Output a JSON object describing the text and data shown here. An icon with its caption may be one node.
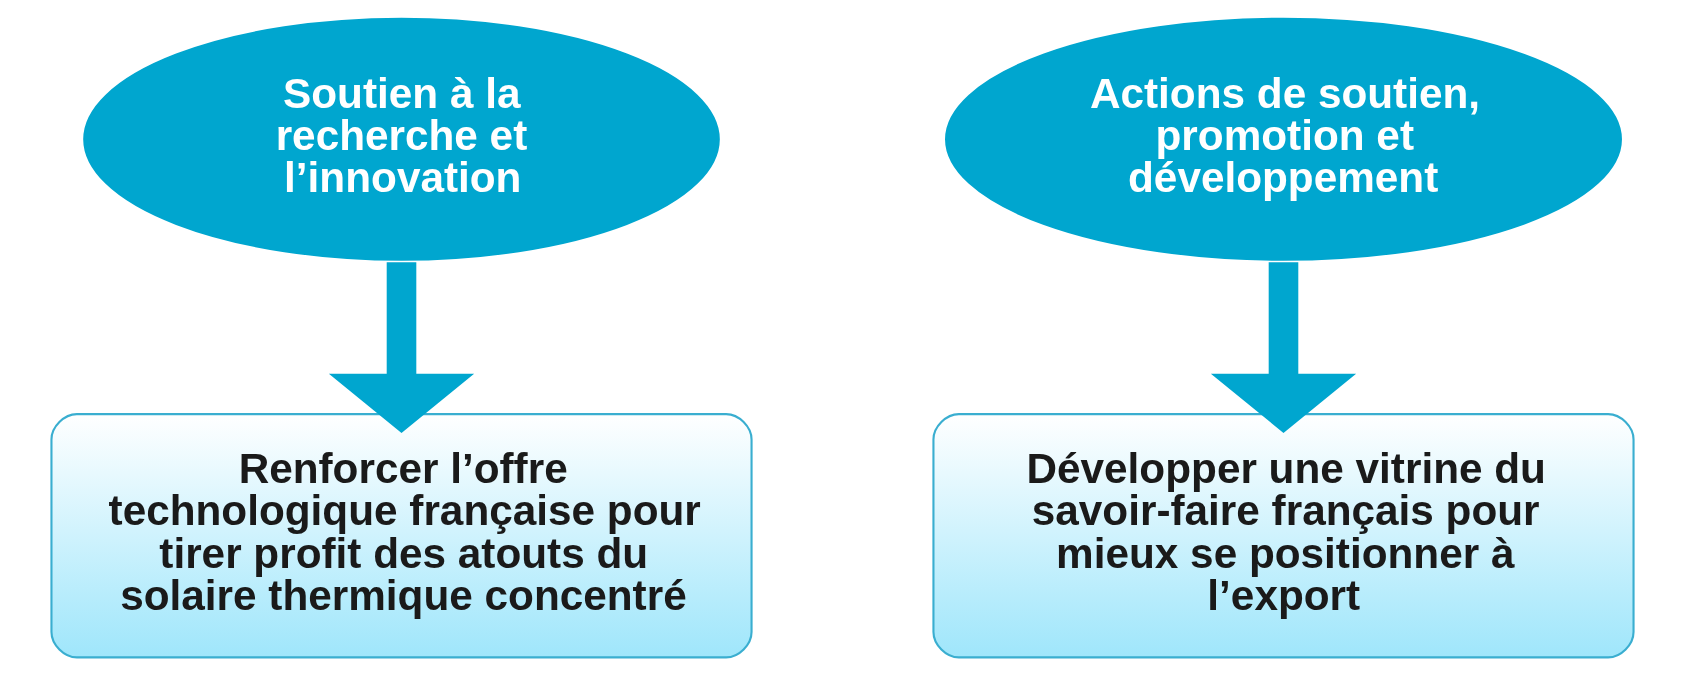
{
  "diagram": {
    "nodes": [
      {
        "text": [
          "Soutien à la recherche et l’innovation"
        ]
      },
      {
        "text": [
          "Actions de soutien, promotion et développement"
        ]
      },
      {
        "text": [
          "Renforcer l’offre technologique française pour tirer profit des atouts du solaire thermique concentré"
        ]
      },
      {
        "text": [
          "Développer une vitrine du savoir-faire français pour mieux se positionner à l’export"
        ]
      }
    ],
    "edges": [
      {
        "from": 0,
        "to": 2,
        "arrow": "to"
      },
      {
        "from": 1,
        "to": 3,
        "arrow": "to"
      }
    ]
  }
}
